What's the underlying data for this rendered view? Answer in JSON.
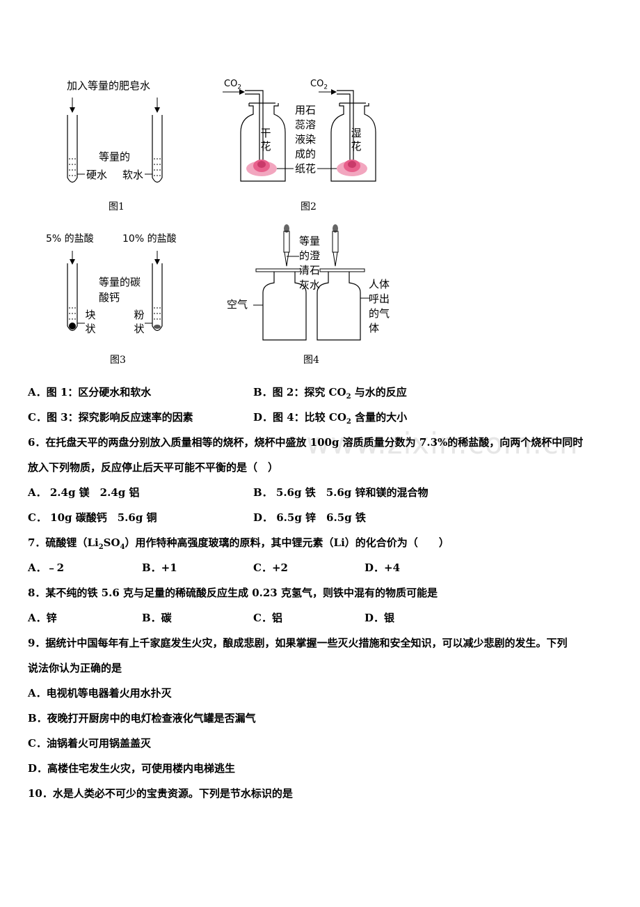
{
  "figures": {
    "fig1": {
      "top_label": "加入等量的肥皂水",
      "middle_label": "等量的",
      "left_label": "硬水",
      "right_label": "软水",
      "caption": "图1"
    },
    "fig2": {
      "gas_left": "CO",
      "gas_right": "CO",
      "gas_sub": "2",
      "left_flower": "干花",
      "right_flower": "湿花",
      "middle_label": "用石蕊溶液染成的纸花",
      "caption": "图2"
    },
    "fig3": {
      "left_label": "5% 的盐酸",
      "right_label": "10% 的盐酸",
      "middle_label": "等量的碳酸钙",
      "left_solid": "块状",
      "right_solid": "粉状",
      "caption": "图3"
    },
    "fig4": {
      "middle_label": "等量的澄清石灰水",
      "left_label": "空气",
      "right_label": "人体呼出的气体",
      "caption": "图4"
    }
  },
  "q5_options": {
    "A": "A．图 1：区分硬水和软水",
    "B_pre": "B．图 2：探究 CO",
    "B_sub": "2",
    "B_post": " 与水的反应",
    "C": "C．图 3：探究影响反应速率的因素",
    "D_pre": "D．图 4：比较 CO",
    "D_sub": "2",
    "D_post": " 含量的大小"
  },
  "q6": {
    "line1": "6．在托盘天平的两盘分别放入质量相等的烧杯，烧杯中盛放 100g 溶质质量分数为 7.3%的稀盐酸，向两个烧杯中同时",
    "line2": "放入下列物质，反应停止后天平可能不平衡的是（　）",
    "A": "A． 2.4g 镁　2.4g 铝",
    "B": "B． 5.6g 铁　5.6g 锌和镁的混合物",
    "C": "C． 10g 碳酸钙　5.6g 铜",
    "D": "D． 6.5g 锌　6.5g 铁"
  },
  "q7": {
    "pre": "7．硫酸锂（Li",
    "sub1": "2",
    "mid": "SO",
    "sub2": "4",
    "post": "）用作特种高强度玻璃的原料，其中锂元素（Li）的化合价为（　　）",
    "A": "A．﹣2",
    "B": "B．+1",
    "C": "C．+2",
    "D": "D．+4"
  },
  "q8": {
    "line": "8．某不纯的铁 5.6 克与足量的稀硫酸反应生成 0.23 克氢气，则铁中混有的物质可能是",
    "A": "A．锌",
    "B": "B．碳",
    "C": "C．铝",
    "D": "D．银"
  },
  "q9": {
    "line1": "9．据统计中国每年有上千家庭发生火灾，酿成悲剧，如果掌握一些灭火措施和安全知识，可以减少悲剧的发生。下列",
    "line2": "说法你认为正确的是",
    "A": "A．电视机等电器着火用水扑灭",
    "B": "B．夜晚打开厨房中的电灯检查液化气罐是否漏气",
    "C": "C．油锅着火可用锅盖盖灭",
    "D": "D．高楼住宅发生火灾，可使用楼内电梯逃生"
  },
  "q10": {
    "line": "10．水是人类必不可少的宝贵资源。下列是节水标识的是"
  },
  "watermark": "www.zixin.com.cn"
}
